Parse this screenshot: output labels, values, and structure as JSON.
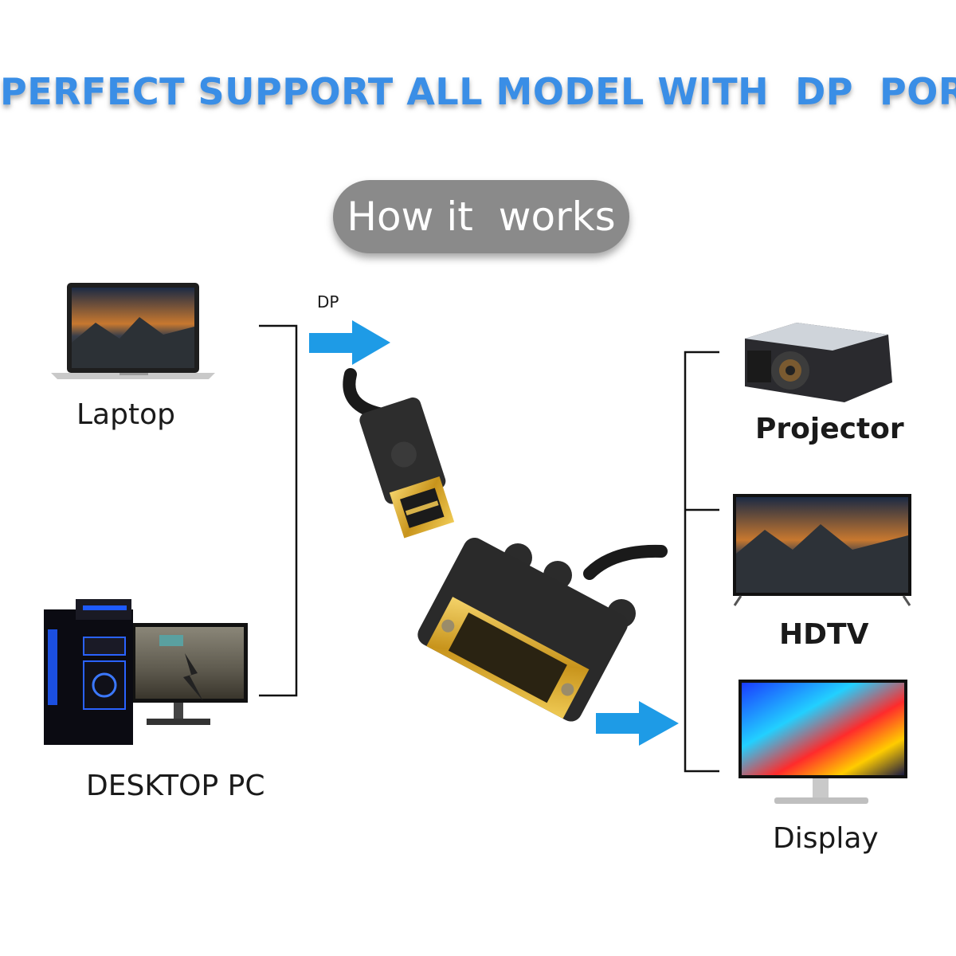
{
  "headline": "PERFECT SUPPORT ALL MODEL WITH  DP  PORT",
  "how_it_works": "How it  works",
  "dp_label": "DP",
  "sources": {
    "laptop": "Laptop",
    "desktop": "DESKTOP PC"
  },
  "outputs": {
    "projector": "Projector",
    "hdtv": "HDTV",
    "display": "Display"
  },
  "colors": {
    "headline": "#3a8ee6",
    "arrow": "#1e9be6",
    "pill": "#8a8a8a",
    "connector_gold": "#d9a928"
  }
}
